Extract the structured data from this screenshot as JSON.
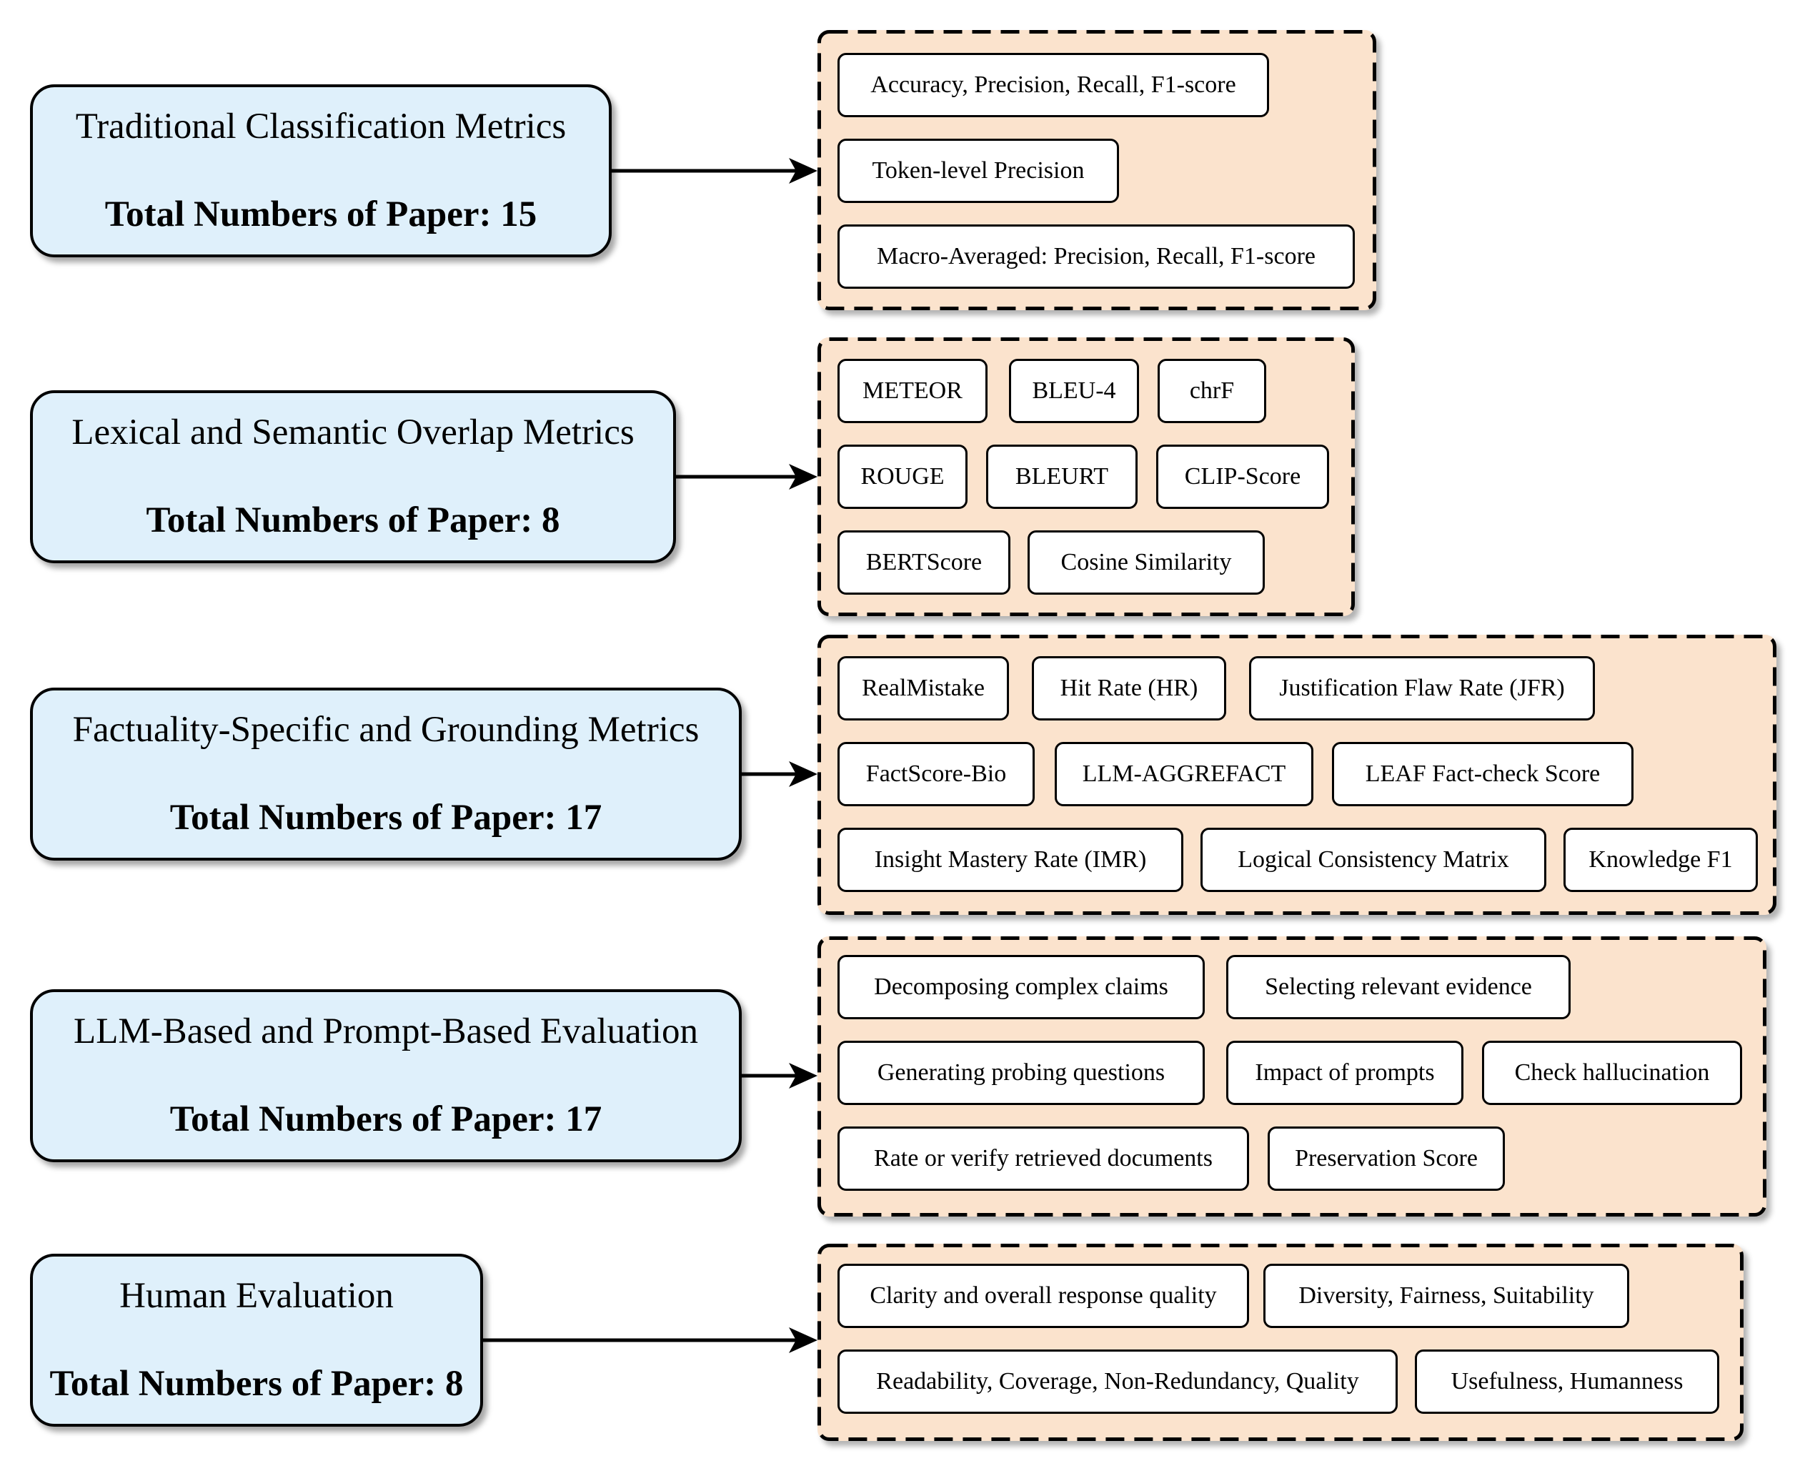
{
  "categories": [
    {
      "title": "Traditional Classification Metrics",
      "count_label": "Total Numbers of Paper: 15",
      "metrics": [
        "Accuracy, Precision, Recall, F1-score",
        "Token-level Precision",
        "Macro-Averaged: Precision, Recall, F1-score"
      ]
    },
    {
      "title": "Lexical and Semantic Overlap Metrics",
      "count_label": "Total Numbers of Paper: 8",
      "metrics": [
        "METEOR",
        "BLEU-4",
        "chrF",
        "ROUGE",
        "BLEURT",
        "CLIP-Score",
        "BERTScore",
        "Cosine Similarity"
      ]
    },
    {
      "title": "Factuality-Specific and Grounding Metrics",
      "count_label": "Total Numbers of Paper: 17",
      "metrics": [
        "RealMistake",
        "Hit Rate (HR)",
        "Justification Flaw Rate (JFR)",
        "FactScore-Bio",
        "LLM-AGGREFACT",
        "LEAF Fact-check Score",
        "Insight Mastery Rate (IMR)",
        "Logical Consistency Matrix",
        "Knowledge F1"
      ]
    },
    {
      "title": "LLM-Based and Prompt-Based Evaluation",
      "count_label": "Total Numbers of Paper: 17",
      "metrics": [
        "Decomposing complex claims",
        "Selecting relevant evidence",
        "Generating probing questions",
        "Impact of prompts",
        "Check hallucination",
        "Rate or verify retrieved documents",
        "Preservation Score"
      ]
    },
    {
      "title": "Human Evaluation",
      "count_label": "Total Numbers of Paper: 8",
      "metrics": [
        "Clarity and overall response quality",
        "Diversity, Fairness, Suitability",
        "Readability, Coverage, Non-Redundancy, Quality",
        "Usefulness, Humanness"
      ]
    }
  ],
  "colors": {
    "category_fill": "#dff0fb",
    "panel_fill": "#fbe3cd",
    "chip_fill": "#ffffff",
    "stroke": "#000000"
  }
}
